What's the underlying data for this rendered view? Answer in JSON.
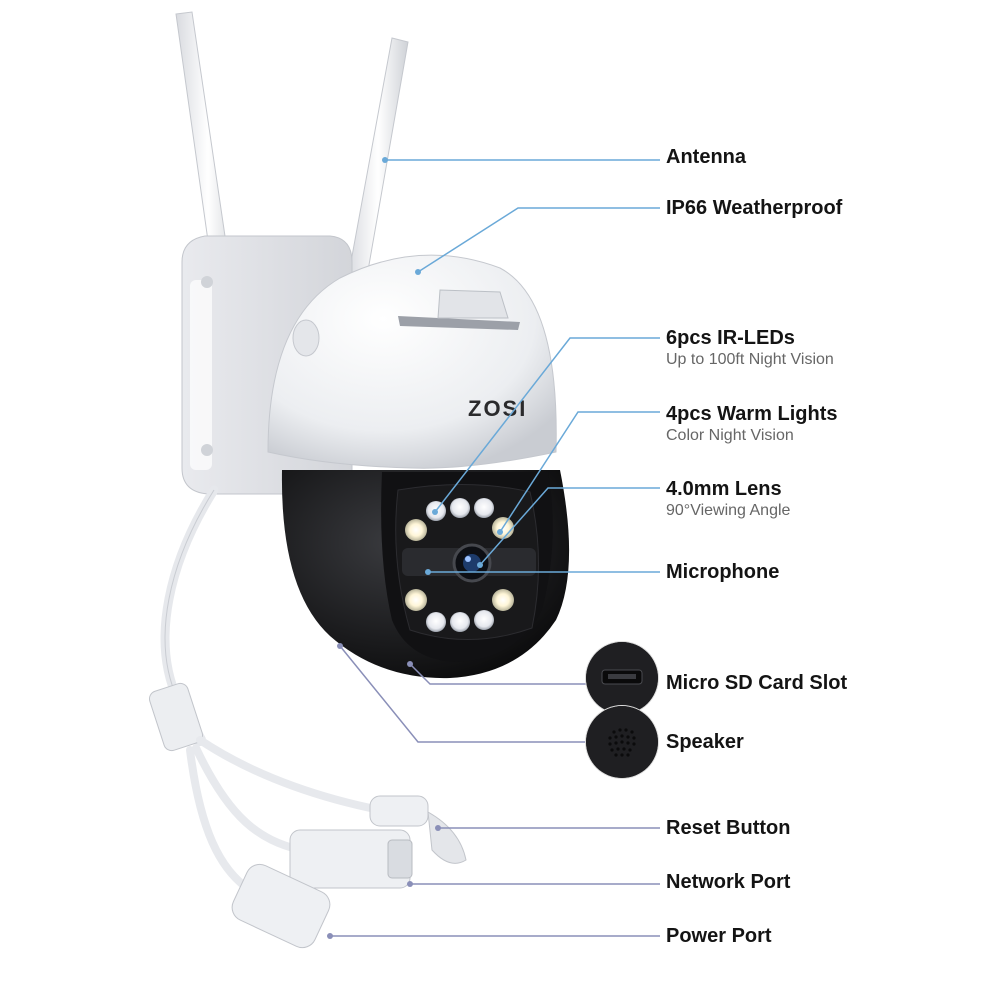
{
  "product": {
    "brand": "ZOSI"
  },
  "callouts": [
    {
      "id": "antenna",
      "title": "Antenna",
      "subtitle": ""
    },
    {
      "id": "weatherproof",
      "title": "IP66 Weatherproof",
      "subtitle": ""
    },
    {
      "id": "ir-leds",
      "title": "6pcs IR-LEDs",
      "subtitle": "Up to 100ft Night Vision"
    },
    {
      "id": "warm-lights",
      "title": "4pcs Warm Lights",
      "subtitle": "Color Night Vision"
    },
    {
      "id": "lens",
      "title": "4.0mm Lens",
      "subtitle": "90°Viewing Angle"
    },
    {
      "id": "microphone",
      "title": "Microphone",
      "subtitle": ""
    },
    {
      "id": "sd-slot",
      "title": "Micro SD Card Slot",
      "subtitle": ""
    },
    {
      "id": "speaker",
      "title": "Speaker",
      "subtitle": ""
    },
    {
      "id": "reset",
      "title": "Reset Button",
      "subtitle": ""
    },
    {
      "id": "network",
      "title": "Network Port",
      "subtitle": ""
    },
    {
      "id": "power",
      "title": "Power Port",
      "subtitle": ""
    }
  ],
  "colors": {
    "leader_line": "#6aa9d8",
    "leader_line_dark": "#8a8fb8",
    "housing_white": "#f2f3f5",
    "housing_black": "#1b1b1d"
  }
}
